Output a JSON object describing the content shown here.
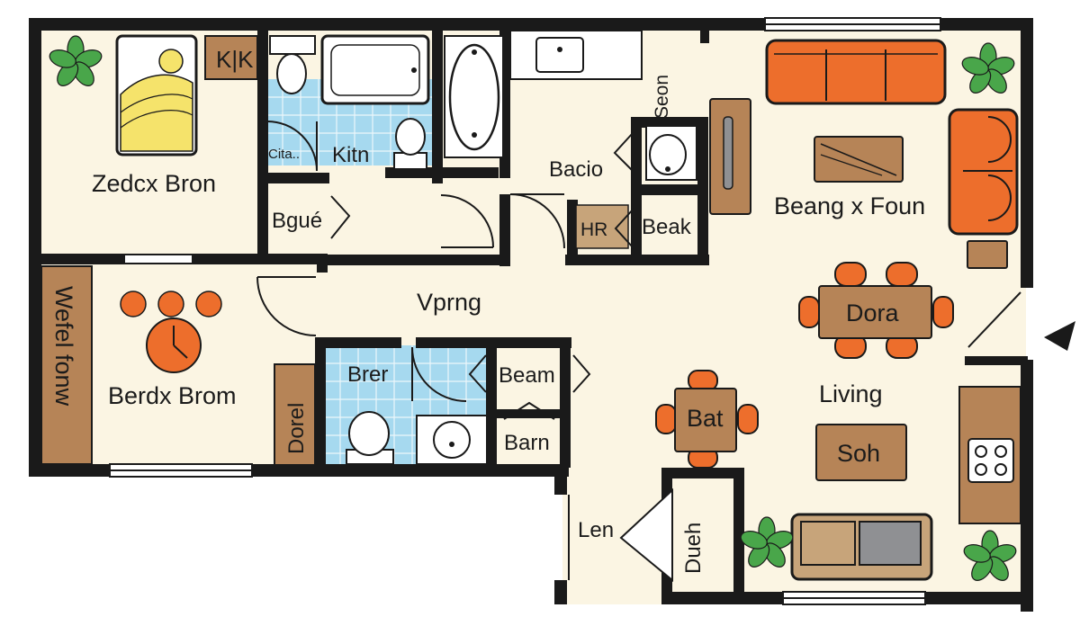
{
  "rooms": {
    "bedroom_1": "Zedcx Bron",
    "kitchen": "Kitn",
    "kitchen_small": "Cita..",
    "closet_nw": "Bgué",
    "bath_upper": "Bacio",
    "bath_upper_tag": "Seon",
    "hr_tag": "HR",
    "beak": "Beak",
    "family_room": "Beang x Foun",
    "corridor": "Vprng",
    "bedroom_2": "Berdx Brom",
    "wardrobe_left": "Wefel fonw",
    "door_tag": "Dorel",
    "bath_lower": "Brer",
    "beam": "Beam",
    "barn": "Barn",
    "dining": "Dora",
    "living": "Living",
    "bar": "Bat",
    "sofa_table": "Soh",
    "len": "Len",
    "dutch": "Dueh",
    "wardrobe_tag": "K|K"
  },
  "colors": {
    "wall": "#1a1a1a",
    "floor": "#fbf5e3",
    "tile": "#a6d9ef",
    "wood": "#b68457",
    "sofa": "#ed6e2c",
    "plant": "#49a64a",
    "gray": "#8f9093",
    "sofa_beige": "#c7a47a",
    "bed_yellow": "#f5e36b"
  },
  "icons": [
    "plant-icon",
    "bed-icon",
    "toilet-icon",
    "bathtub-icon",
    "sink-icon",
    "sofa-icon",
    "table-icon",
    "chair-icon",
    "stove-icon",
    "clock-icon",
    "entry-arrow-icon"
  ]
}
